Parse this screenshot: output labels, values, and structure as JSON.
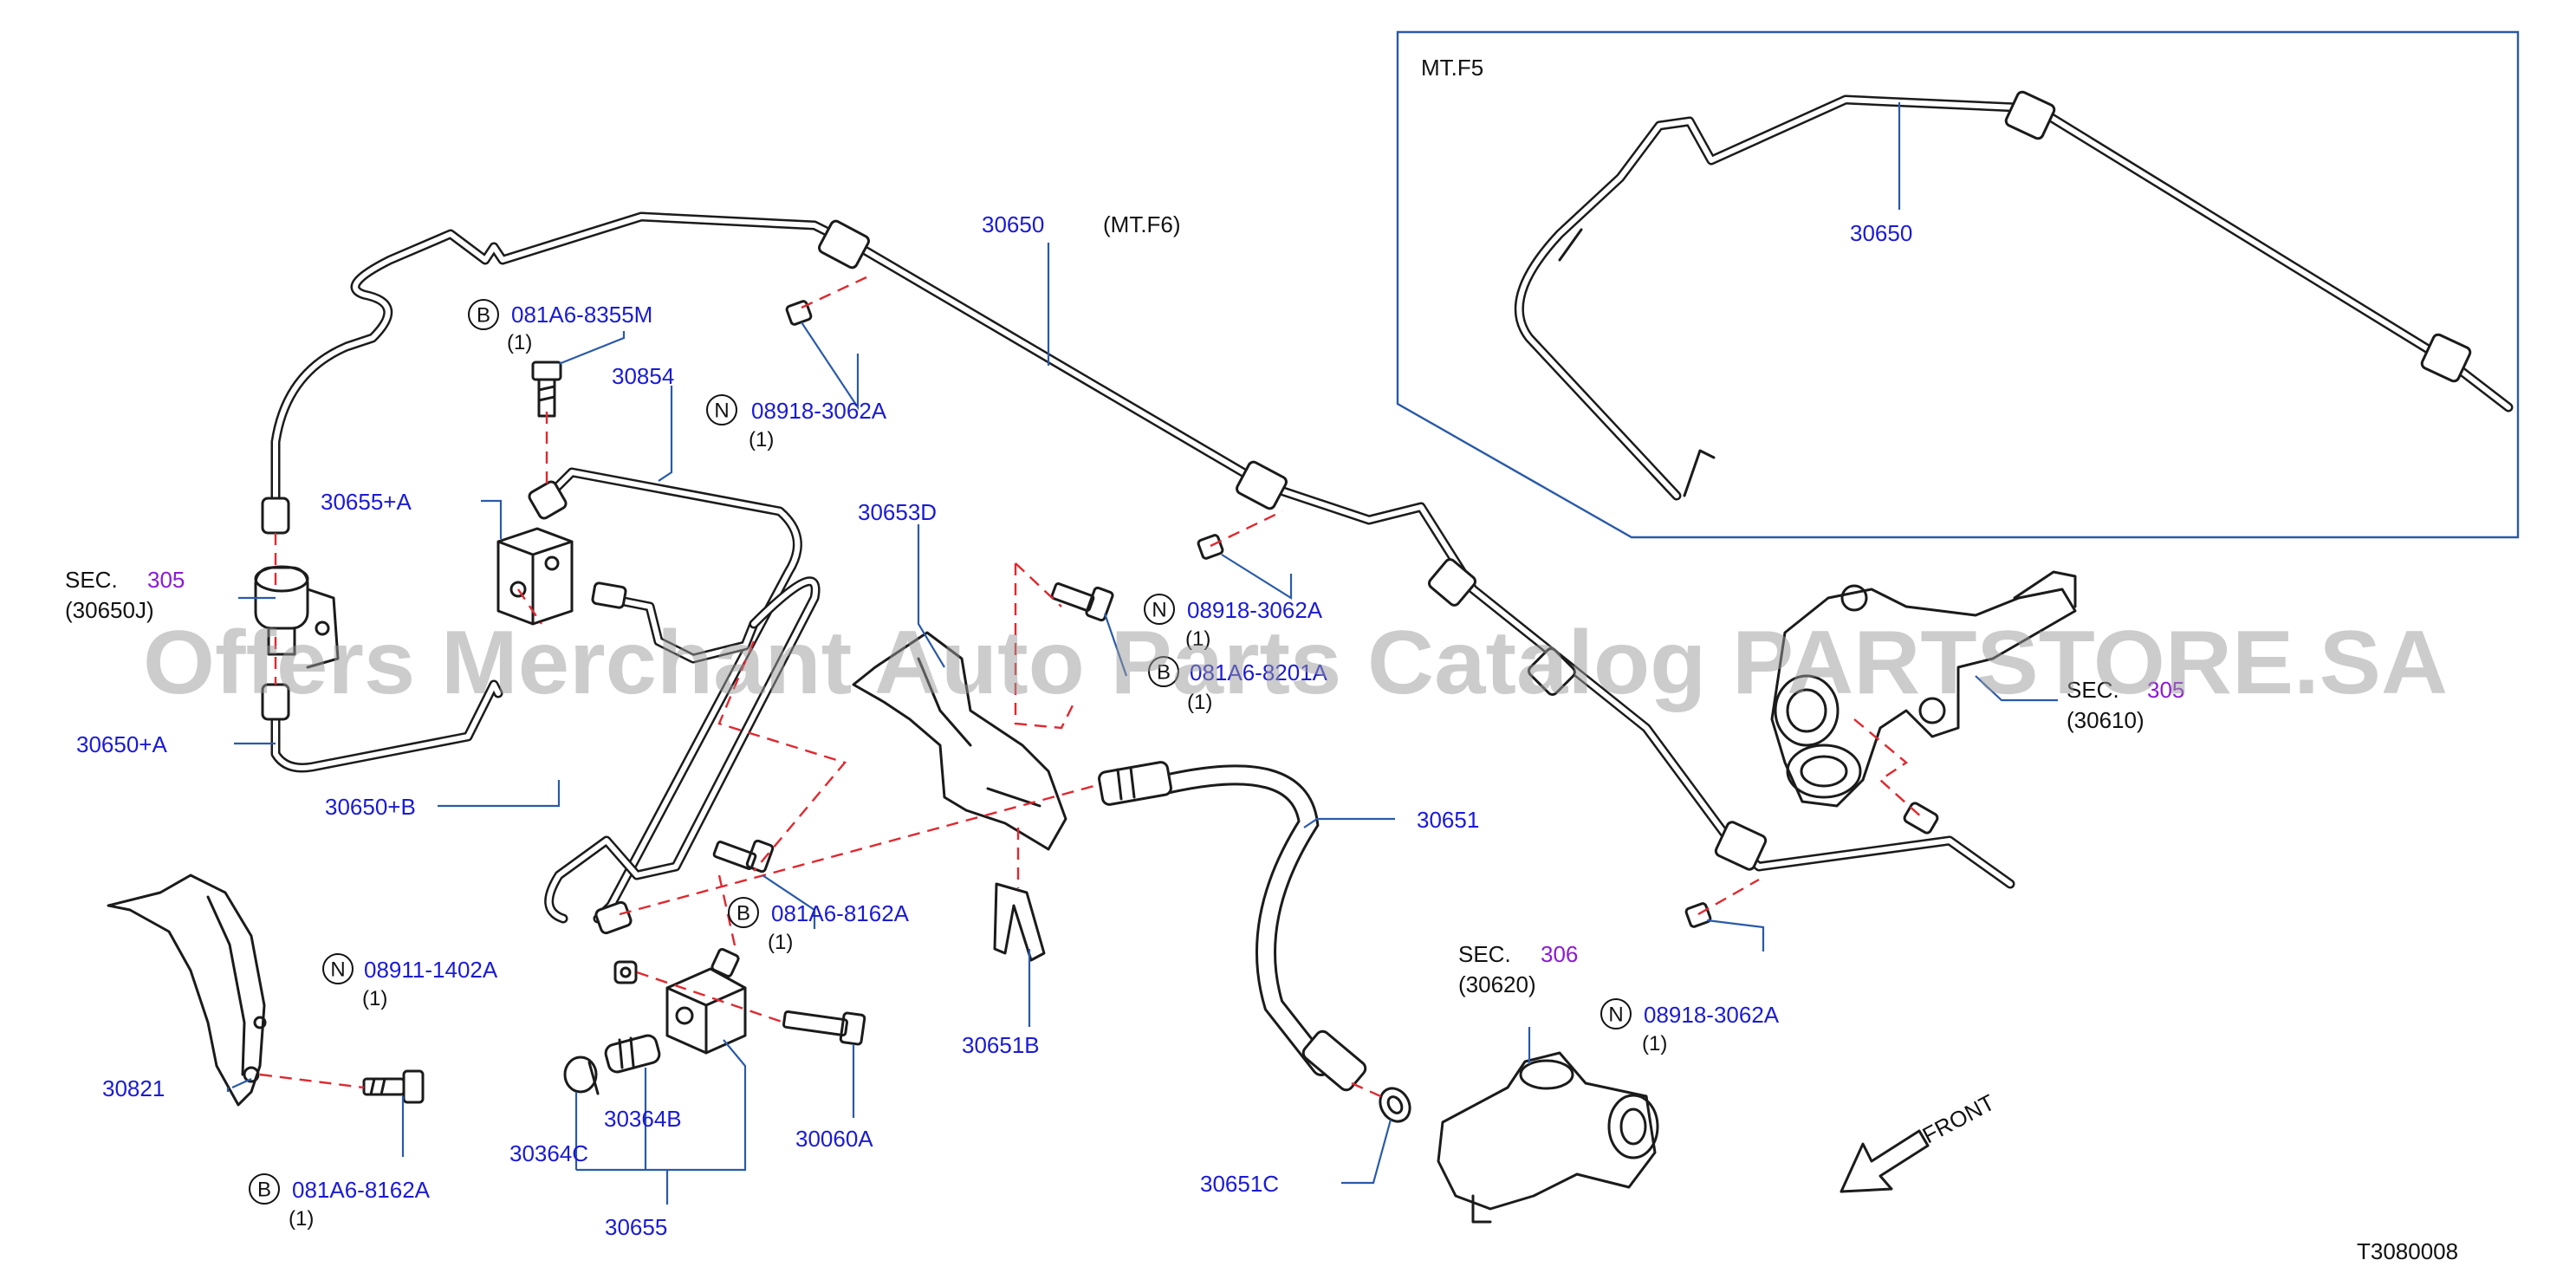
{
  "watermark": "Offers Merchant Auto Parts Catalog PARTSTORE.SA",
  "diagram_id": "T3080008",
  "inset": {
    "title": "MT.F5",
    "part": "30650"
  },
  "variant_note": "(MT.F6)",
  "front_label": "FRONT",
  "labels": {
    "p30650": "30650",
    "p30854": "30854",
    "p30655A": "30655+A",
    "p30650A": "30650+A",
    "p30650B": "30650+B",
    "p30653D": "30653D",
    "p30651": "30651",
    "p30651B": "30651B",
    "p30651C": "30651C",
    "p30821": "30821",
    "p30364B": "30364B",
    "p30364C": "30364C",
    "p30655": "30655",
    "p30060A": "30060A"
  },
  "sections": [
    {
      "prefix": "SEC.",
      "num": "305",
      "ref": "(30650J)"
    },
    {
      "prefix": "SEC.",
      "num": "305",
      "ref": "(30610)"
    },
    {
      "prefix": "SEC.",
      "num": "306",
      "ref": "(30620)"
    }
  ],
  "fasteners": [
    {
      "letter": "B",
      "code": "081A6-8355M",
      "qty": "(1)"
    },
    {
      "letter": "N",
      "code": "08918-3062A",
      "qty": "(1)"
    },
    {
      "letter": "N",
      "code": "08918-3062A",
      "qty": "(1)"
    },
    {
      "letter": "B",
      "code": "081A6-8201A",
      "qty": "(1)"
    },
    {
      "letter": "B",
      "code": "081A6-8162A",
      "qty": "(1)"
    },
    {
      "letter": "N",
      "code": "08911-1402A",
      "qty": "(1)"
    },
    {
      "letter": "N",
      "code": "08918-3062A",
      "qty": "(1)"
    },
    {
      "letter": "B",
      "code": "081A6-8162A",
      "qty": "(1)"
    }
  ]
}
